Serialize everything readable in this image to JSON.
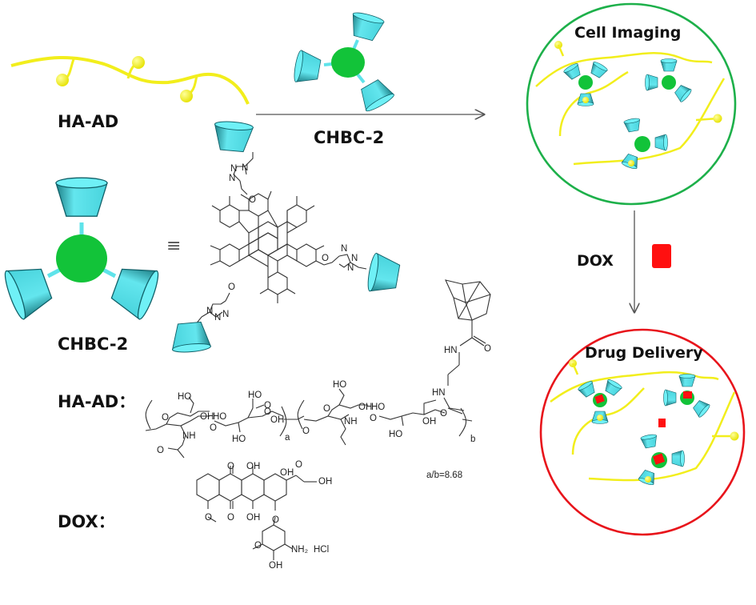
{
  "labels": {
    "ha_ad_top": "HA-AD",
    "chbc2_top": "CHBC-2",
    "chbc2_left": "CHBC-2",
    "equiv": "≡",
    "ha_ad_struct": "HA-AD",
    "dox_struct": "DOX",
    "dox_arrow": "DOX",
    "colon": "："
  },
  "panels": {
    "top": {
      "title": "Cell Imaging",
      "border_color": "#1db04a"
    },
    "bottom": {
      "title": "Drug Delivery",
      "border_color": "#e8141b"
    }
  },
  "ratio": "a/b=8.68",
  "subscripts": {
    "a": "a",
    "b": "b"
  },
  "atoms": {
    "triazole_n1": "N",
    "triazole_n2": "N",
    "triazole_n3": "N",
    "O": "O",
    "HO": "HO",
    "OH": "OH",
    "NH": "HN",
    "NH2": "NH₂",
    "HCl": "HCl",
    "NH_ring": "NH"
  },
  "colors": {
    "ha_chain": "#f2ee1c",
    "cyclodextrin": "#5fe3ea",
    "core": "#12c339",
    "dox": "#ff1010",
    "arrow": "#555555"
  }
}
